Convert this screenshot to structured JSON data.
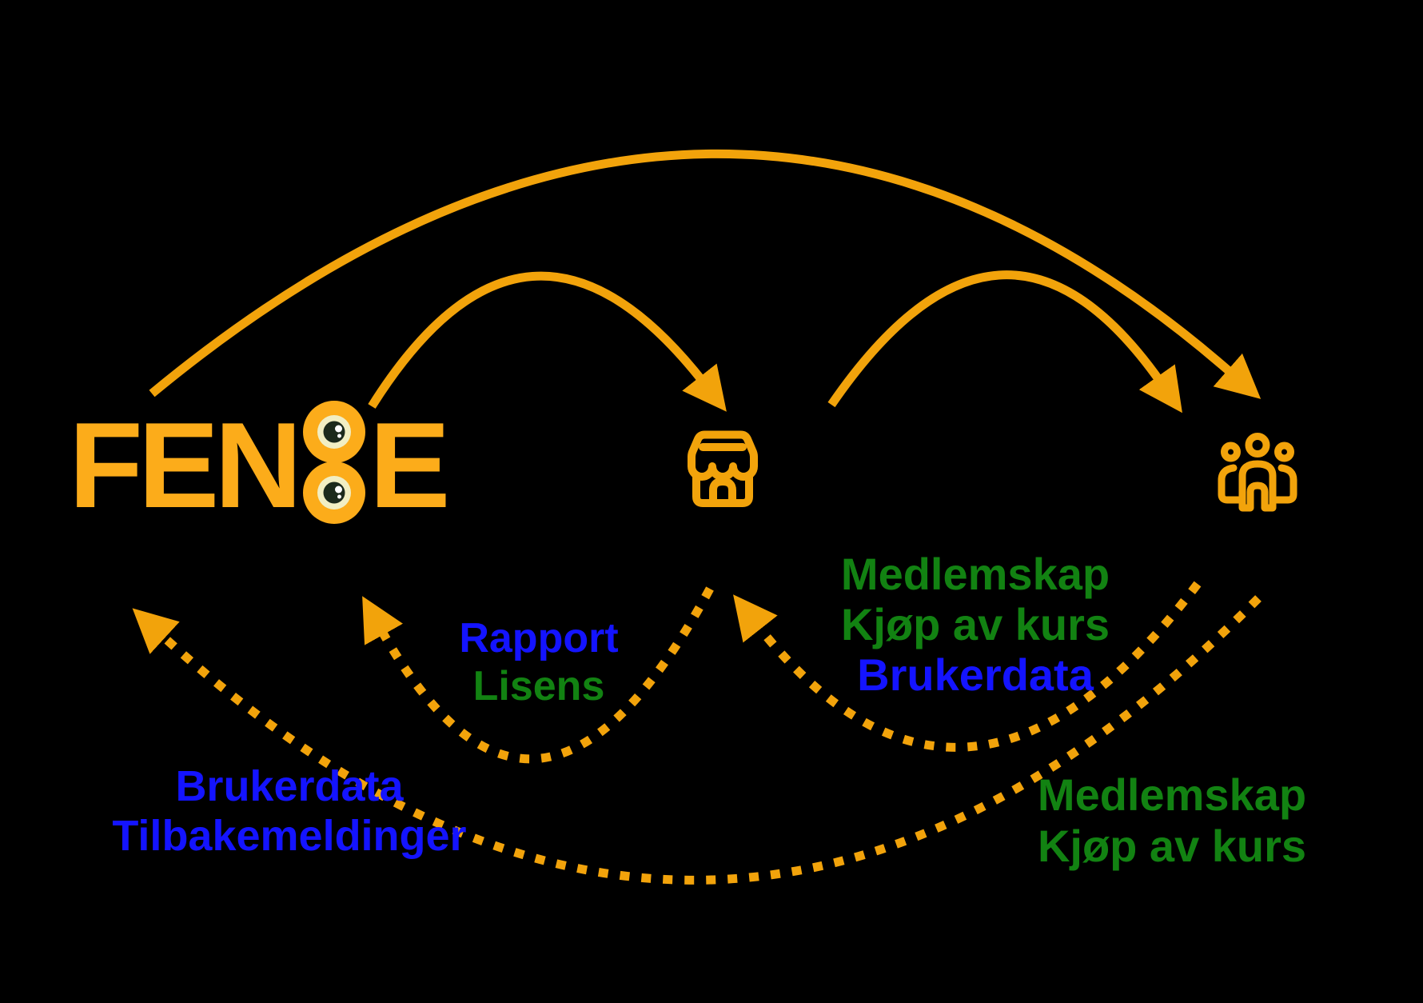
{
  "colors": {
    "orange": "#F2A30B",
    "logo_orange": "#FCAC1A",
    "blue": "#1414FF",
    "green": "#128212",
    "eye_iris": "#F1EEC3",
    "eye_pupil": "#1C2A1C",
    "eye_glint": "#FFFFFF"
  },
  "logo": {
    "name": "FEN8E",
    "text_before_eyes": "FEN",
    "text_after_eyes": "E"
  },
  "nodes": {
    "store": {
      "icon": "storefront-icon"
    },
    "people": {
      "icon": "group-icon"
    }
  },
  "labels": {
    "report_license": {
      "lines": [
        {
          "text": "Rapport",
          "color": "blue"
        },
        {
          "text": "Lisens",
          "color": "green"
        }
      ]
    },
    "membership_purchase_userdata": {
      "lines": [
        {
          "text": "Medlemskap",
          "color": "green"
        },
        {
          "text": "Kjøp av kurs",
          "color": "green"
        },
        {
          "text": "Brukerdata",
          "color": "blue"
        }
      ]
    },
    "userdata_feedback": {
      "lines": [
        {
          "text": "Brukerdata",
          "color": "blue"
        },
        {
          "text": "Tilbakemeldinger",
          "color": "blue"
        }
      ]
    },
    "membership_purchase": {
      "lines": [
        {
          "text": "Medlemskap",
          "color": "green"
        },
        {
          "text": "Kjøp av kurs",
          "color": "green"
        }
      ]
    }
  }
}
